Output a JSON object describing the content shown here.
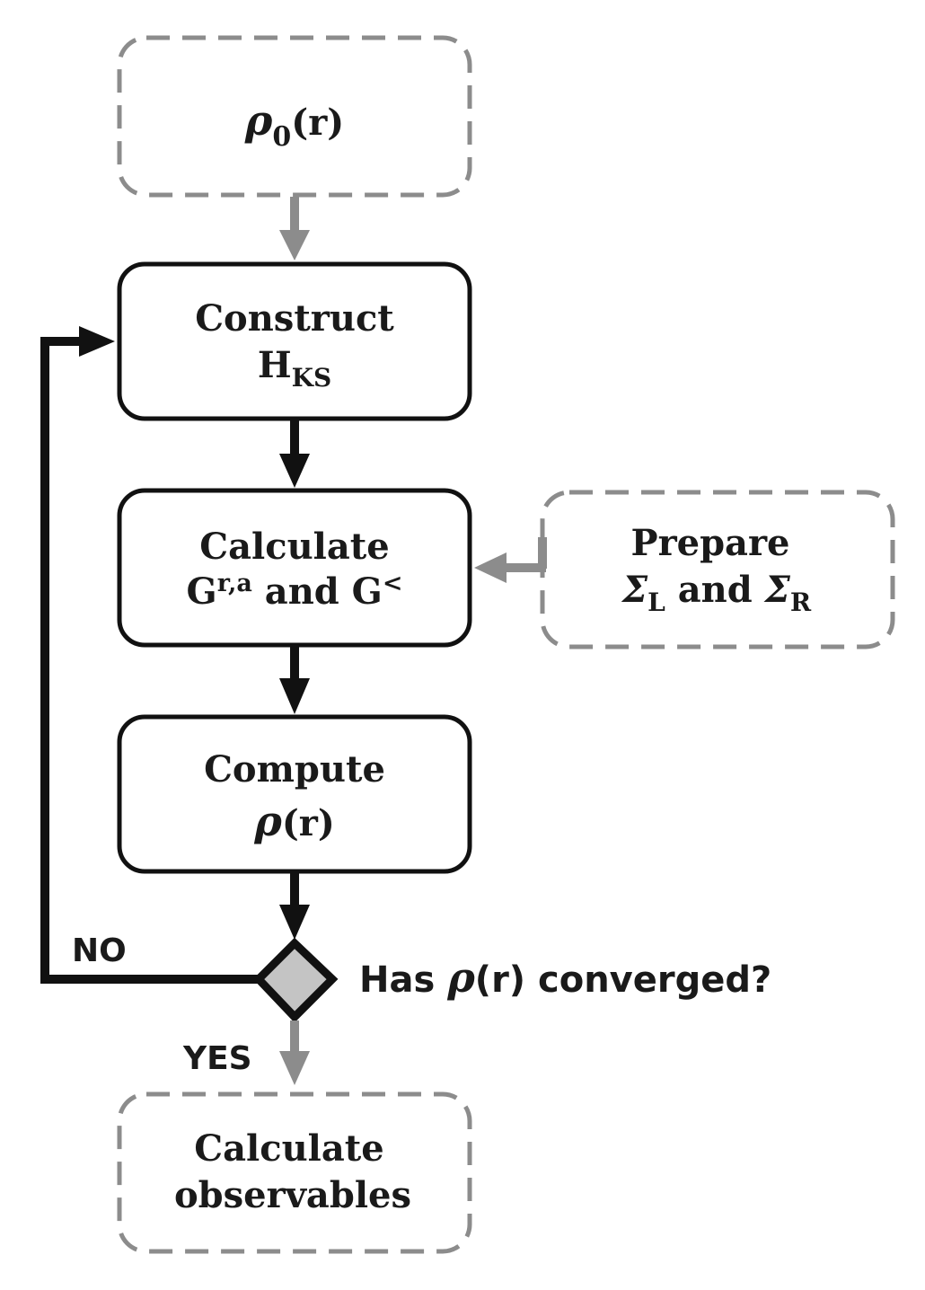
{
  "nodes": {
    "initial_density": {
      "symbol": "ρ",
      "subscript": "0",
      "suffix": "(r)"
    },
    "construct": {
      "line1": "Construct",
      "main": "H",
      "subscript": "KS"
    },
    "calculate_green": {
      "line1": "Calculate",
      "g_main": "G",
      "g_sup": "r,a",
      "middle": " and ",
      "g2_main": "G",
      "g2_sup": "<"
    },
    "prepare_sigma": {
      "line1": "Prepare",
      "sigma": "Σ",
      "sub_l": "L",
      "middle": " and ",
      "sub_r": "R"
    },
    "compute_density": {
      "line1": "Compute",
      "symbol": "ρ",
      "suffix": "(r)"
    },
    "decision": {
      "prefix": "Has ",
      "symbol": "ρ",
      "suffix": "(r) converged?"
    },
    "observables": {
      "line1": "Calculate",
      "line2": "observables"
    }
  },
  "edges": {
    "no_label": "NO",
    "yes_label": "YES"
  },
  "colors": {
    "solid": "#111111",
    "dashed": "#8c8c8c",
    "diamond_fill": "#c4c4c4"
  }
}
